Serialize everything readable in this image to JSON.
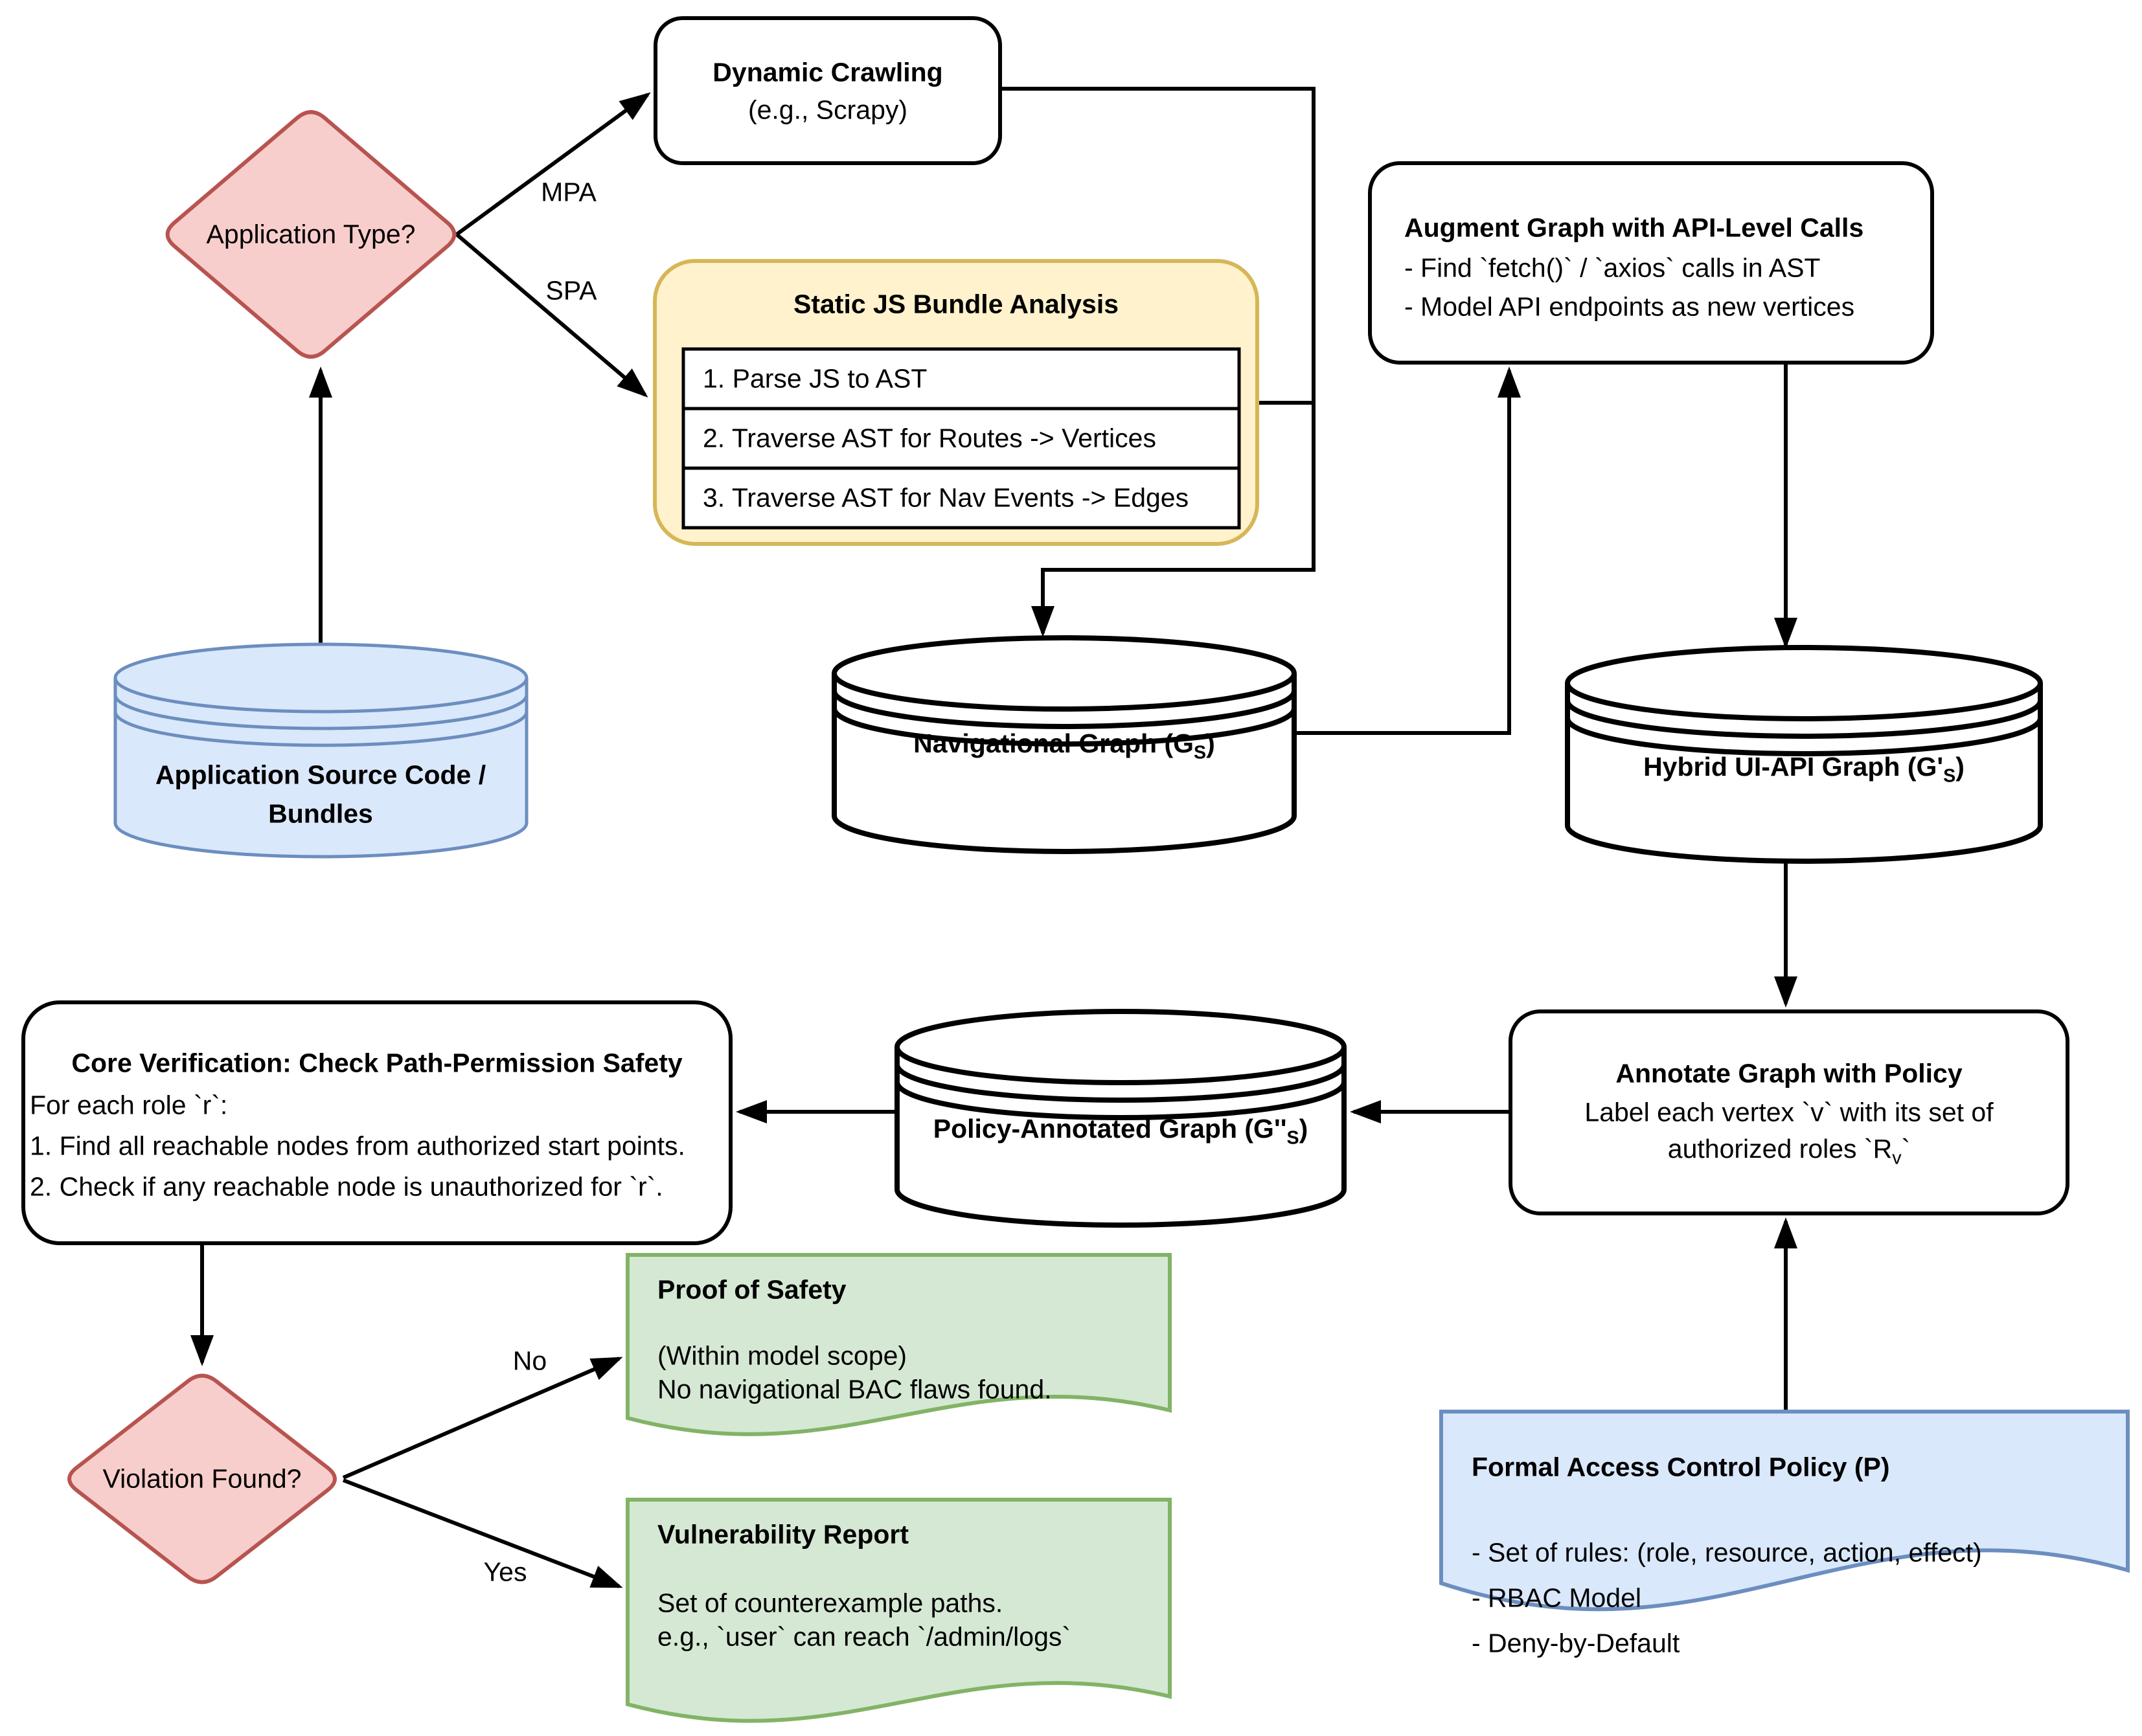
{
  "diagram": {
    "nodes": {
      "app_type": {
        "label": "Application Type?"
      },
      "dynamic_crawling": {
        "title": "Dynamic Crawling",
        "subtitle": "(e.g., Scrapy)"
      },
      "static_js": {
        "title": "Static JS Bundle Analysis",
        "steps": [
          "1. Parse JS to AST",
          "2. Traverse AST for Routes -> Vertices",
          "3. Traverse AST for Nav Events -> Edges"
        ]
      },
      "augment": {
        "title": "Augment Graph with API-Level Calls",
        "lines": [
          "- Find `fetch()` / `axios` calls in AST",
          "- Model API endpoints as new vertices"
        ]
      },
      "source_code": {
        "line1": "Application Source Code /",
        "line2": "Bundles"
      },
      "nav_graph": {
        "pre": "Navigational Graph (G",
        "sub": "S",
        "post": ")"
      },
      "hybrid_graph": {
        "pre": "Hybrid UI-API Graph (G'",
        "sub": "S",
        "post": ")"
      },
      "annotate": {
        "title": "Annotate Graph with Policy",
        "line2": "Label each vertex `v` with its set of",
        "line3_pre": "authorized roles `R",
        "line3_sub": "v",
        "line3_post": "`"
      },
      "policy_graph": {
        "pre": "Policy-Annotated Graph (G''",
        "sub": "S",
        "post": ")"
      },
      "core_verification": {
        "title": "Core Verification: Check Path-Permission Safety",
        "lines": [
          "For each role `r`:",
          "1. Find all reachable nodes from authorized start points.",
          "2. Check if any reachable node is unauthorized for `r`."
        ]
      },
      "violation": {
        "label": "Violation Found?"
      },
      "proof_of_safety": {
        "title": "Proof of Safety",
        "lines": [
          "(Within model scope)",
          "No navigational BAC flaws found."
        ]
      },
      "vulnerability_report": {
        "title": "Vulnerability Report",
        "lines": [
          "Set of counterexample paths.",
          "e.g., `user` can reach `/admin/logs`"
        ]
      },
      "policy_doc": {
        "title": "Formal Access Control Policy (P)",
        "lines": [
          "- Set of rules: (role, resource, action, effect)",
          "- RBAC Model",
          "- Deny-by-Default"
        ]
      }
    },
    "edge_labels": {
      "mpa": "MPA",
      "spa": "SPA",
      "no": "No",
      "yes": "Yes"
    },
    "colors": {
      "decision_fill": "#f8cecc",
      "decision_stroke": "#b85450",
      "group_fill": "#fff2cc",
      "group_stroke": "#d6b656",
      "data_fill": "#dae8fc",
      "data_stroke": "#6c8ebf",
      "output_fill": "#d5e8d4",
      "output_stroke": "#82b366",
      "node_fill": "#ffffff",
      "node_stroke": "#000000",
      "edge_color": "#000000"
    }
  }
}
